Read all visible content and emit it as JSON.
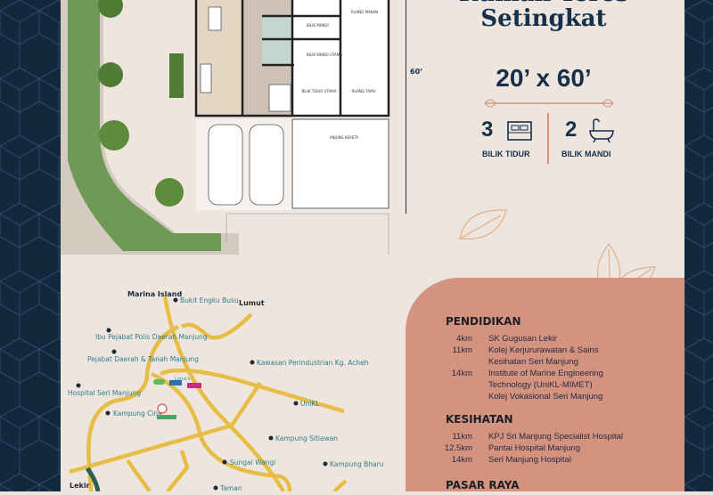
{
  "colors": {
    "border": "#12283d",
    "background": "#ede5de",
    "accent": "#d3937f",
    "text": "#15304a",
    "road": "#e7bd45"
  },
  "header": {
    "title_line1": "Rumah Teres",
    "title_line2": "Setingkat"
  },
  "specs": {
    "size": "20’ x 60’",
    "dimension_label": "60’",
    "bedrooms": {
      "count": "3",
      "label": "BILIK TIDUR",
      "icon": "bed-icon"
    },
    "bathrooms": {
      "count": "2",
      "label": "BILIK MANDI",
      "icon": "bathtub-icon"
    }
  },
  "floorplan": {
    "rooms": [
      "BILIK MANDI",
      "BILIK MANDI UTAMA",
      "RUANG MAKAN",
      "BILIK TIDUR UTAMA",
      "RUANG TAMU",
      "ANJUNG KERETA"
    ]
  },
  "map": {
    "bold_labels": [
      "Marina Island",
      "Lumut",
      "Lekir"
    ],
    "places": [
      "Bukit Engku Busu",
      "Ibu Pejabat Polis Daerah Manjung",
      "Pejabat Daerah & Tanah Manjung",
      "Hospital Seri Manjung",
      "Kampung Cina",
      "Kawasan Perindustrian Kg. Acheh",
      "UniKL",
      "Kampung Sitiawan",
      "Sungai Wangi",
      "Kampung Bharu",
      "Taman"
    ],
    "brand": "Lotus's"
  },
  "amenities": [
    {
      "heading": "PENDIDIKAN",
      "items": [
        {
          "distance": "4km",
          "lines": [
            "SK Gugusan Lekir"
          ]
        },
        {
          "distance": "11km",
          "lines": [
            "Kolej Kerjururawatan & Sains",
            "Kesihatan Seri Manjung"
          ]
        },
        {
          "distance": "14km",
          "lines": [
            "Institute of Marine Engineering",
            "Technology (UniKL-MIMET)",
            "Kolej Vokasional Seri Manjung"
          ]
        }
      ]
    },
    {
      "heading": "KESIHATAN",
      "items": [
        {
          "distance": "11km",
          "lines": [
            "KPJ Sri Manjung Specialist Hospital"
          ]
        },
        {
          "distance": "12.5km",
          "lines": [
            "Pantai Hospital Manjung"
          ]
        },
        {
          "distance": "14km",
          "lines": [
            "Seri Manjung Hospital"
          ]
        }
      ]
    },
    {
      "heading": "PASAR RAYA",
      "items": []
    }
  ]
}
